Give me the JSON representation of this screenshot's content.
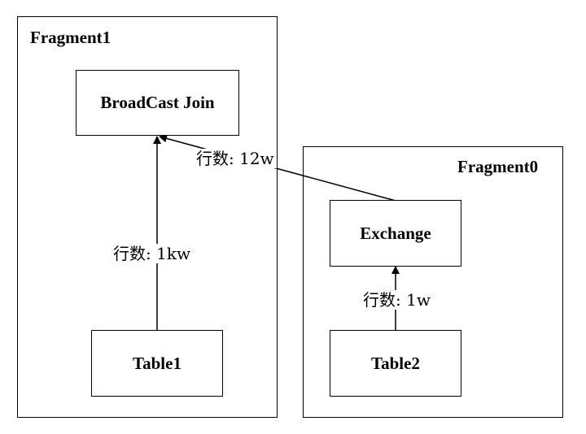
{
  "fragments": {
    "fragment1": {
      "title": "Fragment1"
    },
    "fragment0": {
      "title": "Fragment0"
    }
  },
  "nodes": {
    "broadcast_join": "BroadCast Join",
    "table1": "Table1",
    "exchange": "Exchange",
    "table2": "Table2"
  },
  "edges": {
    "table1_to_join": "行数: 1kw",
    "exchange_to_join": "行数: 12w",
    "table2_to_exchange": "行数: 1w"
  }
}
